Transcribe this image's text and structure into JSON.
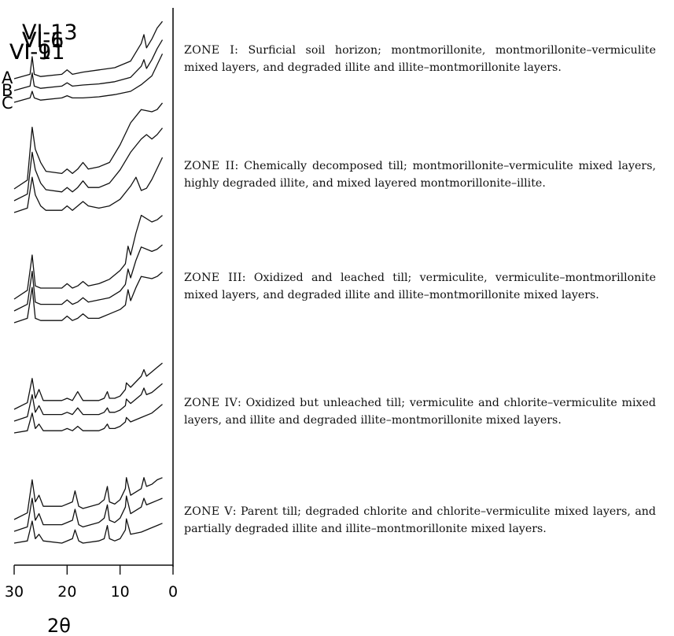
{
  "chart_data": {
    "type": "line",
    "xlabel": "2θ",
    "x_ticks": [
      30,
      20,
      10,
      0
    ],
    "xlim": [
      30,
      0
    ],
    "x_reversed": true,
    "curve_letters": [
      "A",
      "B",
      "C"
    ],
    "panels": [
      {
        "sample": "VI-13",
        "series": [
          {
            "name": "A",
            "x": [
              30,
              27,
              26.6,
              26.2,
              25,
              21,
              20,
              19,
              17,
              14,
              11,
              8,
              6,
              5.5,
              5,
              4,
              3,
              2
            ],
            "y": [
              0.0,
              0.2,
              1.0,
              0.2,
              0.1,
              0.2,
              0.4,
              0.2,
              0.3,
              0.4,
              0.5,
              0.8,
              1.6,
              2.0,
              1.4,
              1.8,
              2.3,
              2.6
            ]
          },
          {
            "name": "B",
            "x": [
              30,
              27,
              26.6,
              26.2,
              25,
              21,
              20,
              19,
              17,
              14,
              11,
              8,
              6,
              5.5,
              5,
              4,
              3,
              2
            ],
            "y": [
              0.0,
              0.2,
              0.8,
              0.2,
              0.1,
              0.2,
              0.35,
              0.2,
              0.25,
              0.3,
              0.4,
              0.6,
              1.1,
              1.4,
              1.0,
              1.4,
              1.9,
              2.3
            ]
          },
          {
            "name": "C",
            "x": [
              30,
              27,
              26.6,
              26.2,
              25,
              21,
              20,
              19,
              17,
              14,
              11,
              8,
              6,
              4,
              3,
              2
            ],
            "y": [
              0.0,
              0.2,
              0.5,
              0.2,
              0.1,
              0.2,
              0.3,
              0.2,
              0.2,
              0.25,
              0.35,
              0.5,
              0.8,
              1.2,
              1.7,
              2.2
            ]
          }
        ]
      },
      {
        "sample": "VI-11",
        "series": [
          {
            "name": "A",
            "x": [
              30,
              27.5,
              26.6,
              26,
              25,
              24,
              21,
              20,
              19,
              18,
              17,
              16,
              14,
              12,
              10,
              8,
              6,
              4,
              3,
              2
            ],
            "y": [
              0.0,
              0.4,
              2.8,
              1.8,
              1.2,
              0.8,
              0.7,
              0.9,
              0.7,
              0.9,
              1.2,
              0.9,
              1.0,
              1.2,
              2.0,
              3.0,
              3.6,
              3.5,
              3.6,
              3.9
            ]
          },
          {
            "name": "B",
            "x": [
              30,
              27.5,
              26.6,
              26,
              25,
              24,
              21,
              20,
              19,
              18,
              17,
              16,
              14,
              12,
              10,
              8,
              6,
              5,
              4,
              3,
              2
            ],
            "y": [
              0.0,
              0.3,
              2.2,
              1.4,
              0.8,
              0.5,
              0.4,
              0.6,
              0.4,
              0.6,
              0.9,
              0.6,
              0.6,
              0.8,
              1.4,
              2.2,
              2.8,
              3.0,
              2.8,
              3.0,
              3.3
            ]
          },
          {
            "name": "C",
            "x": [
              30,
              27.5,
              26.6,
              26,
              25,
              24,
              21,
              20,
              19,
              18,
              17,
              16,
              14,
              12,
              10,
              8,
              7,
              6,
              5,
              4,
              3,
              2
            ],
            "y": [
              0.0,
              0.2,
              1.6,
              0.8,
              0.3,
              0.1,
              0.1,
              0.3,
              0.1,
              0.3,
              0.5,
              0.3,
              0.2,
              0.3,
              0.6,
              1.2,
              1.6,
              1.0,
              1.1,
              1.5,
              2.0,
              2.5
            ]
          }
        ]
      },
      {
        "sample": "VI-9",
        "series": [
          {
            "name": "A",
            "x": [
              30,
              27.5,
              26.6,
              26,
              25,
              21,
              20,
              19,
              18,
              17,
              16,
              14,
              12,
              10,
              9,
              8.5,
              8,
              7,
              6,
              4,
              3,
              2
            ],
            "y": [
              0.0,
              0.4,
              2.0,
              0.6,
              0.5,
              0.5,
              0.7,
              0.5,
              0.6,
              0.8,
              0.6,
              0.7,
              0.9,
              1.3,
              1.6,
              2.4,
              2.0,
              3.0,
              3.8,
              3.5,
              3.6,
              3.8
            ]
          },
          {
            "name": "B",
            "x": [
              30,
              27.5,
              26.6,
              26,
              25,
              21,
              20,
              19,
              18,
              17,
              16,
              14,
              12,
              10,
              9,
              8.5,
              8,
              7,
              6,
              4,
              3,
              2
            ],
            "y": [
              0.0,
              0.3,
              1.8,
              0.4,
              0.3,
              0.3,
              0.5,
              0.3,
              0.4,
              0.6,
              0.4,
              0.5,
              0.6,
              0.9,
              1.2,
              1.9,
              1.5,
              2.3,
              2.9,
              2.7,
              2.8,
              3.0
            ]
          },
          {
            "name": "C",
            "x": [
              30,
              27.5,
              26.6,
              26,
              25,
              21,
              20,
              19,
              18,
              17,
              16,
              14,
              12,
              10,
              9,
              8.5,
              8,
              7,
              6,
              4,
              3,
              2
            ],
            "y": [
              0.0,
              0.2,
              1.6,
              0.2,
              0.1,
              0.1,
              0.3,
              0.1,
              0.2,
              0.4,
              0.2,
              0.2,
              0.4,
              0.6,
              0.8,
              1.5,
              1.0,
              1.6,
              2.1,
              2.0,
              2.1,
              2.3
            ]
          }
        ]
      },
      {
        "sample": "VI-6",
        "series": [
          {
            "name": "A",
            "x": [
              30,
              27.5,
              26.6,
              26,
              25.3,
              24.5,
              21,
              20,
              19,
              18,
              17,
              14,
              13,
              12.4,
              12,
              11,
              10,
              9,
              8.8,
              8,
              6,
              5.5,
              5,
              4,
              3,
              2
            ],
            "y": [
              0.0,
              0.3,
              1.4,
              0.5,
              0.9,
              0.4,
              0.4,
              0.5,
              0.4,
              0.8,
              0.4,
              0.4,
              0.5,
              0.8,
              0.5,
              0.5,
              0.6,
              0.9,
              1.2,
              1.0,
              1.5,
              1.8,
              1.5,
              1.7,
              1.9,
              2.1
            ]
          },
          {
            "name": "B",
            "x": [
              30,
              27.5,
              26.6,
              26,
              25.3,
              24.5,
              21,
              20,
              19,
              18,
              17,
              14,
              13,
              12.4,
              12,
              11,
              10,
              9,
              8.8,
              8,
              6,
              5.5,
              5,
              4,
              3,
              2
            ],
            "y": [
              0.0,
              0.2,
              1.2,
              0.4,
              0.7,
              0.3,
              0.3,
              0.4,
              0.3,
              0.6,
              0.3,
              0.3,
              0.4,
              0.6,
              0.4,
              0.4,
              0.5,
              0.7,
              1.0,
              0.8,
              1.2,
              1.5,
              1.2,
              1.3,
              1.5,
              1.7
            ]
          },
          {
            "name": "C",
            "x": [
              30,
              27.5,
              26.6,
              26,
              25.3,
              24.5,
              21,
              20,
              19,
              18,
              17,
              14,
              13,
              12.4,
              12,
              11,
              10,
              9,
              8.8,
              8,
              6,
              4,
              3,
              2
            ],
            "y": [
              0.0,
              0.1,
              0.9,
              0.2,
              0.4,
              0.1,
              0.1,
              0.2,
              0.1,
              0.3,
              0.1,
              0.1,
              0.2,
              0.4,
              0.2,
              0.2,
              0.3,
              0.5,
              0.7,
              0.5,
              0.7,
              0.9,
              1.1,
              1.3
            ]
          }
        ]
      },
      {
        "sample": "VI-1",
        "series": [
          {
            "name": "A",
            "x": [
              30,
              27.5,
              26.6,
              26,
              25.3,
              24.5,
              21,
              19,
              18.5,
              17.8,
              17,
              14,
              13,
              12.4,
              12,
              11,
              10,
              9,
              8.8,
              8,
              6,
              5.5,
              5,
              4,
              3,
              2
            ],
            "y": [
              0.0,
              0.3,
              1.8,
              0.8,
              1.1,
              0.6,
              0.6,
              0.8,
              1.3,
              0.6,
              0.5,
              0.7,
              0.9,
              1.5,
              0.8,
              0.7,
              0.9,
              1.4,
              1.9,
              1.1,
              1.4,
              1.9,
              1.5,
              1.6,
              1.8,
              1.9
            ]
          },
          {
            "name": "B",
            "x": [
              30,
              27.5,
              26.6,
              26,
              25.3,
              24.5,
              21,
              19,
              18.5,
              17.8,
              17,
              14,
              13,
              12.4,
              12,
              11,
              10,
              9,
              8.8,
              8,
              6,
              5.5,
              5,
              4,
              3,
              2
            ],
            "y": [
              0.0,
              0.2,
              1.5,
              0.5,
              0.8,
              0.3,
              0.3,
              0.5,
              1.0,
              0.3,
              0.2,
              0.4,
              0.6,
              1.2,
              0.5,
              0.4,
              0.6,
              1.1,
              1.6,
              0.8,
              1.1,
              1.5,
              1.2,
              1.3,
              1.4,
              1.5
            ]
          },
          {
            "name": "C",
            "x": [
              30,
              27.5,
              26.6,
              26,
              25.3,
              24.5,
              21,
              19,
              18.5,
              17.8,
              17,
              14,
              13,
              12.4,
              12,
              11,
              10,
              9,
              8.8,
              8,
              6,
              4,
              3,
              2
            ],
            "y": [
              0.0,
              0.1,
              1.0,
              0.2,
              0.4,
              0.1,
              0.0,
              0.2,
              0.6,
              0.1,
              0.0,
              0.1,
              0.2,
              0.8,
              0.2,
              0.1,
              0.2,
              0.6,
              1.1,
              0.4,
              0.5,
              0.7,
              0.8,
              0.9
            ]
          }
        ]
      }
    ]
  },
  "zones": [
    {
      "label": "ZONE I",
      "text": ": Surficial soil horizon; montmorillonite, montmorillonite–vermiculite mixed layers, and degraded illite and illite–montmorillonite layers."
    },
    {
      "label": "ZONE II",
      "text": ": Chemically decomposed till; montmorillonite–vermiculite mixed layers, highly degraded illite, and mixed layered montmorillonite–illite."
    },
    {
      "label": "ZONE III",
      "text": ": Oxidized and leached till; vermiculite, vermiculite–montmorillonite mixed layers, and degraded illite and illite–montmorillonite mixed layers."
    },
    {
      "label": "ZONE IV",
      "text": ": Oxidized but unleached till; vermiculite and chlorite–vermiculite mixed layers, and illite and degraded illite–montmorillonite mixed layers."
    },
    {
      "label": "ZONE V",
      "text": ": Parent till; degraded chlorite and chlorite–vermiculite mixed layers, and partially degraded illite and illite–montmorillonite mixed layers."
    }
  ]
}
